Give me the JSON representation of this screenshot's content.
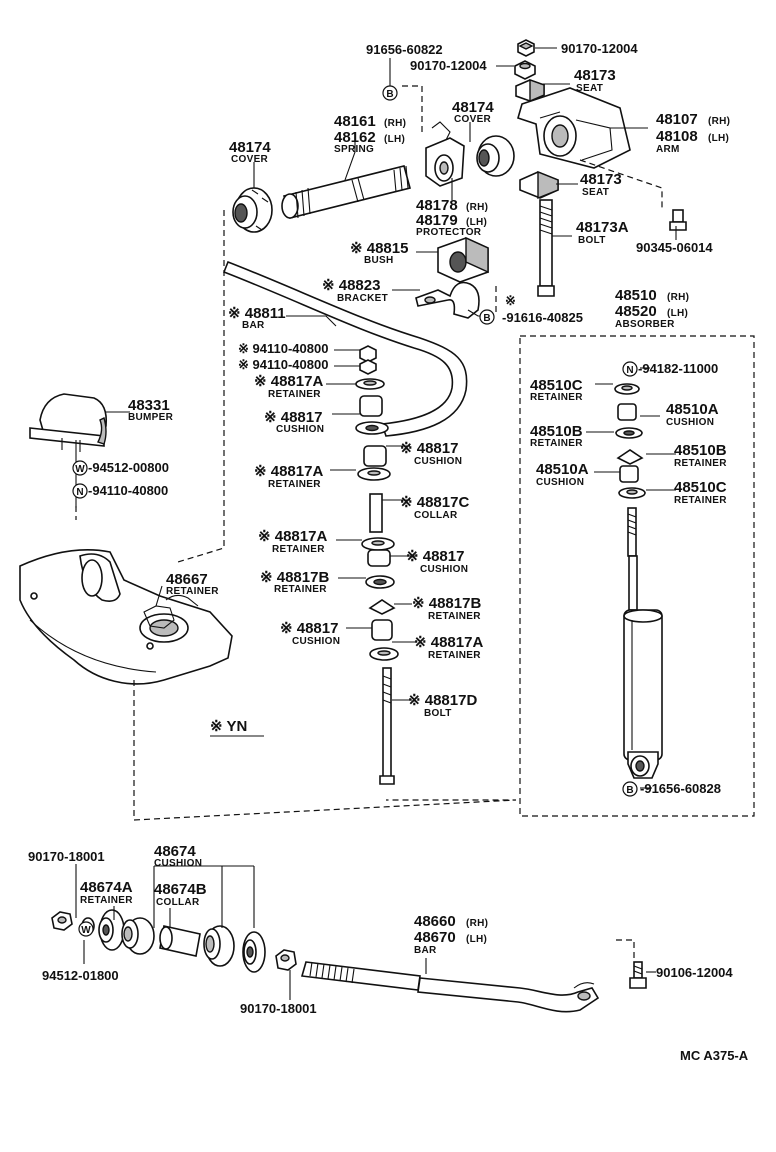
{
  "diagram_code": "MC A375-A",
  "yn_note": "※ YN",
  "parts": [
    {
      "number": "91656-60822"
    },
    {
      "number": "90170-12004"
    },
    {
      "number": "90170-12004"
    },
    {
      "number": "48173",
      "desc": "SEAT"
    },
    {
      "number": "48174",
      "desc": "COVER"
    },
    {
      "number": "48161",
      "suffix": "(RH)"
    },
    {
      "number": "48162",
      "suffix": "(LH)",
      "desc": "SPRING"
    },
    {
      "number": "48107",
      "suffix": "(RH)"
    },
    {
      "number": "48108",
      "suffix": "(LH)",
      "desc": "ARM"
    },
    {
      "number": "48174",
      "desc": "COVER"
    },
    {
      "number": "48173",
      "desc": "SEAT"
    },
    {
      "number": "48178",
      "suffix": "(RH)"
    },
    {
      "number": "48179",
      "suffix": "(LH)",
      "desc": "PROTECTOR"
    },
    {
      "number": "48173A",
      "desc": "BOLT"
    },
    {
      "number": "90345-06014"
    },
    {
      "number": "48815",
      "desc": "BUSH"
    },
    {
      "number": "48823",
      "desc": "BRACKET"
    },
    {
      "number": "91616-40825"
    },
    {
      "number": "48811",
      "desc": "BAR"
    },
    {
      "number": "48510",
      "suffix": "(RH)"
    },
    {
      "number": "48520",
      "suffix": "(LH)",
      "desc": "ABSORBER"
    },
    {
      "number": "94110-40800"
    },
    {
      "number": "94110-40800"
    },
    {
      "number": "94182-11000"
    },
    {
      "number": "48817A",
      "desc": "RETAINER"
    },
    {
      "number": "48510C",
      "desc": "RETAINER"
    },
    {
      "number": "48331",
      "desc": "BUMPER"
    },
    {
      "number": "48817",
      "desc": "CUSHION"
    },
    {
      "number": "48510A",
      "desc": "CUSHION"
    },
    {
      "number": "48510B",
      "desc": "RETAINER"
    },
    {
      "number": "48817",
      "desc": "CUSHION"
    },
    {
      "number": "48510B",
      "desc": "RETAINER"
    },
    {
      "number": "94512-00800"
    },
    {
      "number": "94110-40800"
    },
    {
      "number": "48817A",
      "desc": "RETAINER"
    },
    {
      "number": "48510A",
      "desc": "CUSHION"
    },
    {
      "number": "48510C",
      "desc": "RETAINER"
    },
    {
      "number": "48817C",
      "desc": "COLLAR"
    },
    {
      "number": "48817A",
      "desc": "RETAINER"
    },
    {
      "number": "48817",
      "desc": "CUSHION"
    },
    {
      "number": "48667",
      "desc": "RETAINER"
    },
    {
      "number": "48817B",
      "desc": "RETAINER"
    },
    {
      "number": "48817B",
      "desc": "RETAINER"
    },
    {
      "number": "48817",
      "desc": "CUSHION"
    },
    {
      "number": "48817A",
      "desc": "RETAINER"
    },
    {
      "number": "48817D",
      "desc": "BOLT"
    },
    {
      "number": "91656-60828"
    },
    {
      "number": "90170-18001"
    },
    {
      "number": "48674",
      "desc": "CUSHION"
    },
    {
      "number": "48674A",
      "desc": "RETAINER"
    },
    {
      "number": "48674B",
      "desc": "COLLAR"
    },
    {
      "number": "48660",
      "suffix": "(RH)"
    },
    {
      "number": "48670",
      "suffix": "(LH)",
      "desc": "BAR"
    },
    {
      "number": "90106-12004"
    },
    {
      "number": "94512-01800"
    },
    {
      "number": "90170-18001"
    }
  ],
  "badges": {
    "b": "B",
    "n": "N",
    "w": "W"
  },
  "asterisk": "※"
}
